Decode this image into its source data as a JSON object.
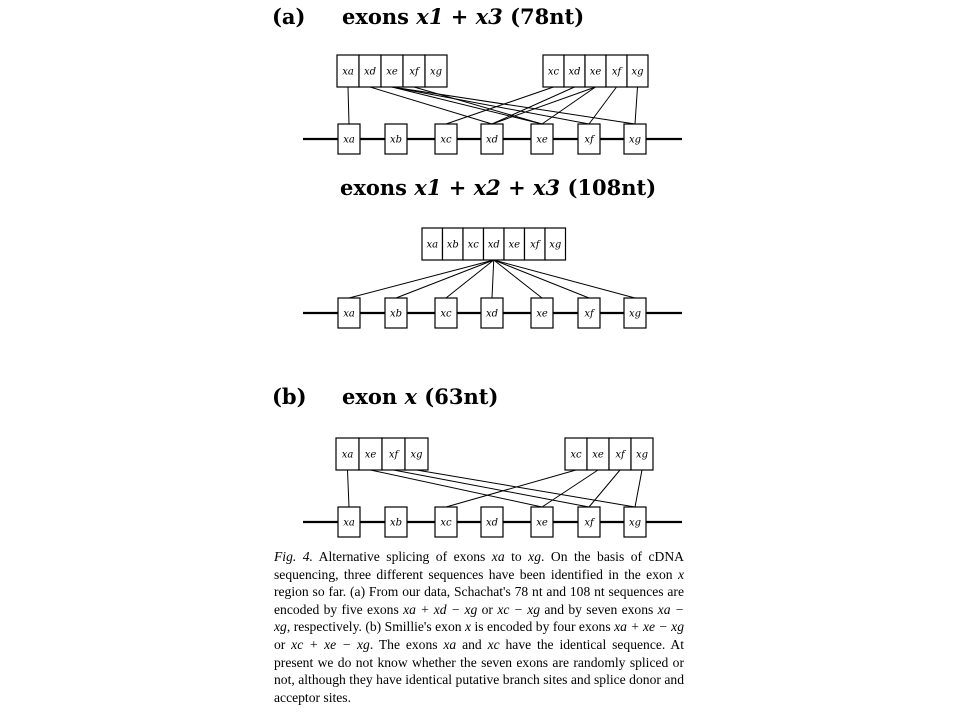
{
  "figure": {
    "panel_a": {
      "label": "(a)",
      "diagram1": {
        "title_prefix": "exons ",
        "title_x1": "x1",
        "title_plus": " + ",
        "title_x3": "x3",
        "title_suffix": " (78nt)",
        "mrna_left": [
          "xa",
          "xd",
          "xe",
          "xf",
          "xg"
        ],
        "mrna_right": [
          "xc",
          "xd",
          "xe",
          "xf",
          "xg"
        ],
        "gene": [
          "xa",
          "xb",
          "xc",
          "xd",
          "xe",
          "xf",
          "xg"
        ]
      },
      "diagram2": {
        "title_prefix": "exons ",
        "title_x1": "x1",
        "title_plus1": " + ",
        "title_x2": "x2",
        "title_plus2": " + ",
        "title_x3": "x3",
        "title_suffix": " (108nt)",
        "mrna": [
          "xa",
          "xb",
          "xc",
          "xd",
          "xe",
          "xf",
          "xg"
        ],
        "gene": [
          "xa",
          "xb",
          "xc",
          "xd",
          "xe",
          "xf",
          "xg"
        ]
      }
    },
    "panel_b": {
      "label": "(b)",
      "title_prefix": "exon ",
      "title_x": "x",
      "title_suffix": " (63nt)",
      "mrna_left": [
        "xa",
        "xe",
        "xf",
        "xg"
      ],
      "mrna_right": [
        "xc",
        "xe",
        "xf",
        "xg"
      ],
      "gene": [
        "xa",
        "xb",
        "xc",
        "xd",
        "xe",
        "xf",
        "xg"
      ]
    }
  },
  "caption": {
    "fig_label": "Fig. 4.",
    "t1": " Alternative splicing of exons ",
    "e1": "xa",
    "t2": " to ",
    "e2": "xg",
    "t3": ". On the basis of cDNA sequencing, three different sequences have been identified in the exon ",
    "e3": "x",
    "t4": " region so far. (a) From our data, Schachat's 78 nt and 108 nt sequences are encoded by five exons ",
    "e4": "xa + xd − xg",
    "t5": " or ",
    "e5": "xc − xg",
    "t6": " and by seven exons ",
    "e6": "xa − xg",
    "t7": ", respectively. (b) Smillie's exon ",
    "e7": "x",
    "t8": " is encoded by four exons ",
    "e8": "xa + xe − xg",
    "t9": " or ",
    "e9": "xc + xe − xg",
    "t10": ". The exons ",
    "e10": "xa",
    "t11": " and ",
    "e11": "xc",
    "t12": " have the identical sequence. At present we do not know whether the seven exons are randomly spliced or not, although they have identical putative branch sites and splice donor and acceptor sites."
  }
}
